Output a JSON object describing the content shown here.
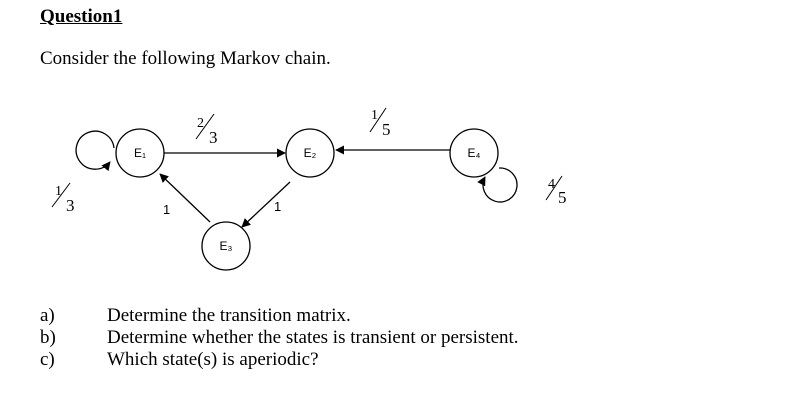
{
  "document": {
    "title": "Question1",
    "intro": "Consider the following Markov chain.",
    "questions": [
      {
        "marker": "a)",
        "text": "Determine the transition matrix."
      },
      {
        "marker": "b)",
        "text": "Determine whether the states is transient or persistent."
      },
      {
        "marker": "c)",
        "text": "Which state(s) is aperiodic?"
      }
    ]
  },
  "diagram": {
    "states": [
      "E₁",
      "E₂",
      "E₃",
      "E₄"
    ],
    "transitions": [
      {
        "from": "E₁",
        "to": "E₁",
        "num": "1",
        "den": "3"
      },
      {
        "from": "E₁",
        "to": "E₂",
        "num": "2",
        "den": "3"
      },
      {
        "from": "E₂",
        "to": "E₃",
        "label": "1"
      },
      {
        "from": "E₃",
        "to": "E₁",
        "label": "1"
      },
      {
        "from": "E₄",
        "to": "E₂",
        "num": "1",
        "den": "5"
      },
      {
        "from": "E₄",
        "to": "E₄",
        "num": "4",
        "den": "5"
      }
    ]
  }
}
